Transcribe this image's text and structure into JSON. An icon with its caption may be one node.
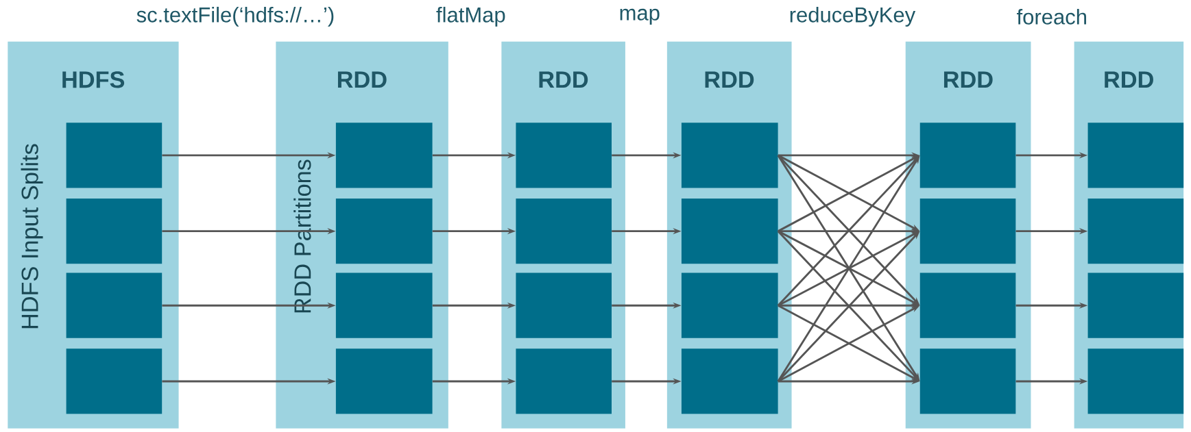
{
  "diagram": {
    "nodes": [
      {
        "text": [
          "HDFS",
          "HDFS Input Splits"
        ]
      },
      {
        "text": [],
        "shape": "box",
        "in": 0
      },
      {
        "text": [],
        "shape": "box",
        "in": 0
      },
      {
        "text": [],
        "shape": "box",
        "in": 0
      },
      {
        "text": [],
        "shape": "box",
        "in": 0
      },
      {
        "text": [
          "RDD",
          "RDD Partitions"
        ]
      },
      {
        "text": [],
        "shape": "box",
        "in": 5
      },
      {
        "text": [],
        "shape": "box",
        "in": 5
      },
      {
        "text": [],
        "shape": "box",
        "in": 5
      },
      {
        "text": [],
        "shape": "box",
        "in": 5
      },
      {
        "text": [
          "RDD"
        ]
      },
      {
        "text": [],
        "shape": "box",
        "in": 10
      },
      {
        "text": [],
        "shape": "box",
        "in": 10
      },
      {
        "text": [],
        "shape": "box",
        "in": 10
      },
      {
        "text": [],
        "shape": "box",
        "in": 10
      },
      {
        "text": [
          "RDD"
        ]
      },
      {
        "text": [],
        "shape": "box",
        "in": 15
      },
      {
        "text": [],
        "shape": "box",
        "in": 15
      },
      {
        "text": [],
        "shape": "box",
        "in": 15
      },
      {
        "text": [],
        "shape": "box",
        "in": 15
      },
      {
        "text": [
          "RDD"
        ]
      },
      {
        "text": [],
        "shape": "box",
        "in": 20
      },
      {
        "text": [],
        "shape": "box",
        "in": 20
      },
      {
        "text": [],
        "shape": "box",
        "in": 20
      },
      {
        "text": [],
        "shape": "box",
        "in": 20
      },
      {
        "text": [
          "RDD"
        ]
      },
      {
        "text": [],
        "shape": "box",
        "in": 25
      },
      {
        "text": [],
        "shape": "box",
        "in": 25
      },
      {
        "text": [],
        "shape": "box",
        "in": 25
      },
      {
        "text": [],
        "shape": "box",
        "in": 25
      }
    ],
    "edges": [
      {
        "from": 1,
        "to": 6,
        "arrow": "to"
      },
      {
        "from": 2,
        "to": 7,
        "arrow": "to"
      },
      {
        "from": 3,
        "to": 8,
        "arrow": "to"
      },
      {
        "from": 4,
        "to": 9,
        "arrow": "to"
      },
      {
        "from": 6,
        "to": 11,
        "arrow": "to"
      },
      {
        "from": 7,
        "to": 12,
        "arrow": "to"
      },
      {
        "from": 8,
        "to": 13,
        "arrow": "to"
      },
      {
        "from": 9,
        "to": 14,
        "arrow": "to"
      },
      {
        "from": 11,
        "to": 16,
        "arrow": "to"
      },
      {
        "from": 12,
        "to": 17,
        "arrow": "to"
      },
      {
        "from": 13,
        "to": 18,
        "arrow": "to"
      },
      {
        "from": 14,
        "to": 19,
        "arrow": "to"
      },
      {
        "from": 16,
        "to": 21,
        "arrow": "to"
      },
      {
        "from": 16,
        "to": 22,
        "arrow": "to"
      },
      {
        "from": 16,
        "to": 23,
        "arrow": "to"
      },
      {
        "from": 16,
        "to": 24,
        "arrow": "to"
      },
      {
        "from": 17,
        "to": 21,
        "arrow": "to"
      },
      {
        "from": 17,
        "to": 22,
        "arrow": "to"
      },
      {
        "from": 17,
        "to": 23,
        "arrow": "to"
      },
      {
        "from": 17,
        "to": 24,
        "arrow": "to"
      },
      {
        "from": 18,
        "to": 21,
        "arrow": "to"
      },
      {
        "from": 18,
        "to": 22,
        "arrow": "to"
      },
      {
        "from": 18,
        "to": 23,
        "arrow": "to"
      },
      {
        "from": 18,
        "to": 24,
        "arrow": "to"
      },
      {
        "from": 19,
        "to": 21,
        "arrow": "to"
      },
      {
        "from": 19,
        "to": 22,
        "arrow": "to"
      },
      {
        "from": 19,
        "to": 23,
        "arrow": "to"
      },
      {
        "from": 19,
        "to": 24,
        "arrow": "to"
      },
      {
        "from": 21,
        "to": 26,
        "arrow": "to"
      },
      {
        "from": 22,
        "to": 27,
        "arrow": "to"
      },
      {
        "from": 23,
        "to": 28,
        "arrow": "to"
      },
      {
        "from": 24,
        "to": 29,
        "arrow": "to"
      }
    ],
    "labels": [
      "sc.textFile(‘hdfs://…’)",
      "flatMap",
      "map",
      "reduceByKey",
      "foreach"
    ]
  }
}
